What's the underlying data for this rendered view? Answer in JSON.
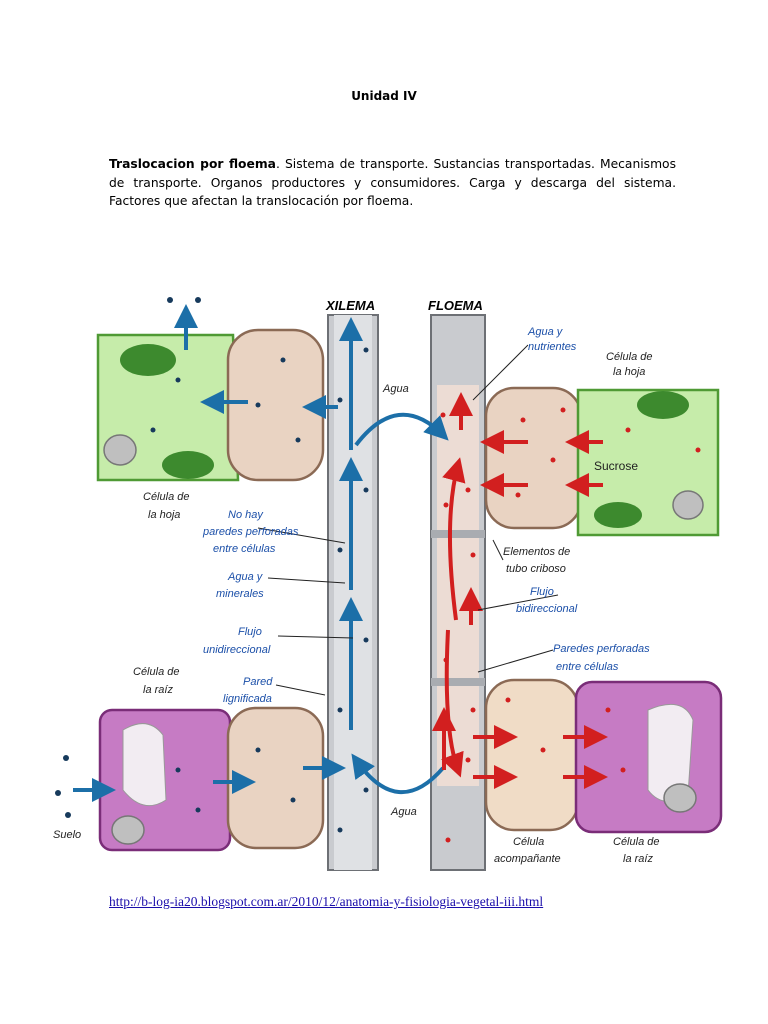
{
  "document": {
    "title": "Unidad IV",
    "paragraph_bold": "Traslocacion por floema",
    "paragraph_rest": ". Sistema de transporte. Sustancias transportadas. Mecanismos de transporte. Organos productores y consumidores. Carga y descarga del sistema. Factores que afectan la translocación por floema.",
    "link_text": "http://b-log-ia20.blogspot.com.ar/2010/12/anatomia-y-fisiologia-vegetal-iii.html"
  },
  "figure": {
    "xilema": "XILEMA",
    "floema": "FLOEMA",
    "agua_top": "Agua",
    "agua_bottom": "Agua",
    "agua_nutrientes_1": "Agua y",
    "agua_nutrientes_2": "nutrientes",
    "celula_hoja_r1": "Célula de",
    "celula_hoja_r2": "la hoja",
    "celula_hoja_l1": "Célula de",
    "celula_hoja_l2": "la hoja",
    "sucrose": "Sucrose",
    "no_hay_1": "No hay",
    "no_hay_2": "paredes perforadas",
    "no_hay_3": "entre células",
    "agua_minerales_1": "Agua y",
    "agua_minerales_2": "minerales",
    "elementos_1": "Elementos de",
    "elementos_2": "tubo criboso",
    "flujo_bi_1": "Flujo",
    "flujo_bi_2": "bidireccional",
    "flujo_uni_1": "Flujo",
    "flujo_uni_2": "unidireccional",
    "paredes_perf_1": "Paredes perforadas",
    "paredes_perf_2": "entre células",
    "celula_raiz_l1": "Célula de",
    "celula_raiz_l2": "la raíz",
    "pared_1": "Pared",
    "pared_2": "lignificada",
    "suelo": "Suelo",
    "celula_acomp_1": "Célula",
    "celula_acomp_2": "acompañante",
    "celula_raiz_r1": "Célula de",
    "celula_raiz_r2": "la raíz"
  },
  "colors": {
    "leaf_green": "#c6ecaa",
    "root_purple": "#c67bc4",
    "companion_tan": "#e9d3c2",
    "tube_gray": "#c9cbcf",
    "flow_blue": "#1c6fa8",
    "flow_red": "#d21f1f"
  }
}
